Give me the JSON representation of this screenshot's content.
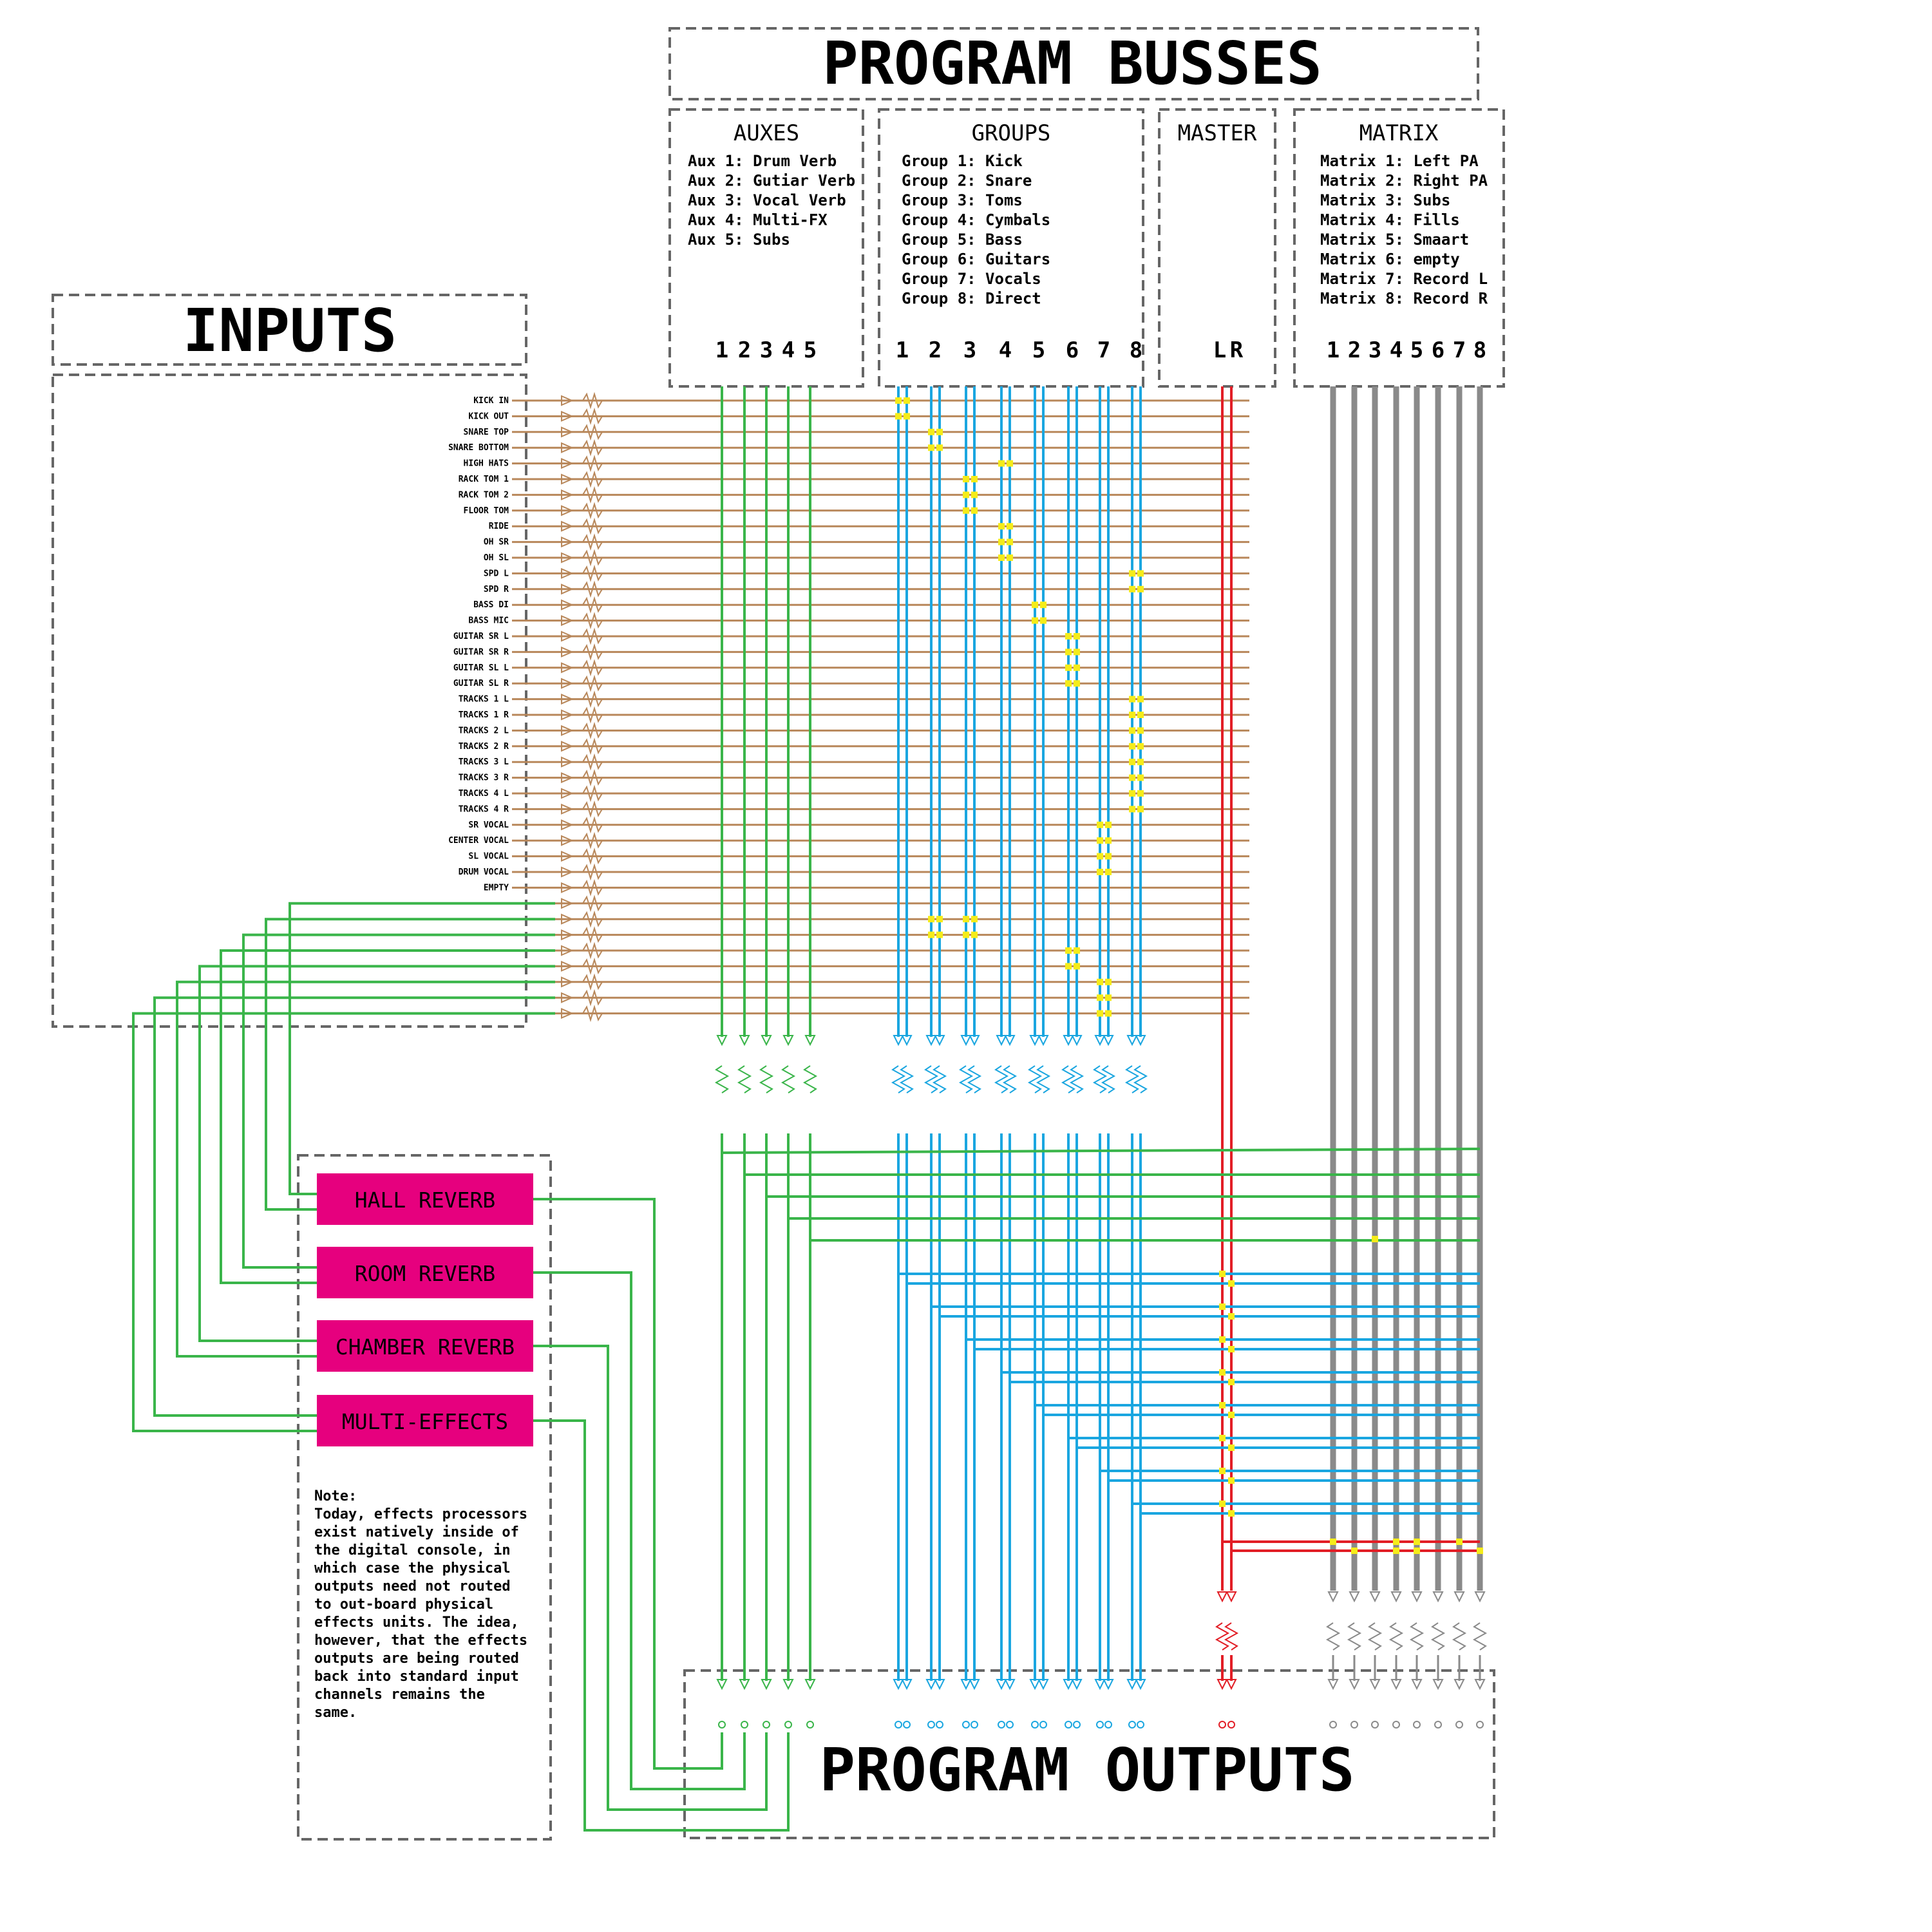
{
  "titles": {
    "program_busses": "PROGRAM BUSSES",
    "inputs": "INPUTS",
    "program_outputs": "PROGRAM OUTPUTS"
  },
  "auxes": {
    "heading": "AUXES",
    "items": [
      "Aux 1: Drum Verb",
      "Aux 2: Gutiar Verb",
      "Aux 3: Vocal Verb",
      "Aux 4: Multi-FX",
      "Aux 5: Subs"
    ],
    "numbers": [
      "1",
      "2",
      "3",
      "4",
      "5"
    ]
  },
  "groups": {
    "heading": "GROUPS",
    "items": [
      "Group 1: Kick",
      "Group 2: Snare",
      "Group 3: Toms",
      "Group 4: Cymbals",
      "Group 5: Bass",
      "Group 6: Guitars",
      "Group 7: Vocals",
      "Group 8: Direct"
    ],
    "numbers": [
      "1",
      "2",
      "3",
      "4",
      "5",
      "6",
      "7",
      "8"
    ]
  },
  "master": {
    "heading": "MASTER",
    "numbers": [
      "L",
      "R"
    ]
  },
  "matrix": {
    "heading": "MATRIX",
    "items": [
      "Matrix 1: Left PA",
      "Matrix 2: Right PA",
      "Matrix 3: Subs",
      "Matrix 4: Fills",
      "Matrix 5: Smaart",
      "Matrix 6: empty",
      "Matrix 7: Record L",
      "Matrix 8: Record R"
    ],
    "numbers": [
      "1",
      "2",
      "3",
      "4",
      "5",
      "6",
      "7",
      "8"
    ]
  },
  "input_channels": [
    "KICK IN",
    "KICK OUT",
    "SNARE TOP",
    "SNARE BOTTOM",
    "HIGH HATS",
    "RACK TOM 1",
    "RACK TOM 2",
    "FLOOR TOM",
    "RIDE",
    "OH SR",
    "OH SL",
    "SPD L",
    "SPD R",
    "BASS DI",
    "BASS MIC",
    "GUITAR SR L",
    "GUITAR SR R",
    "GUITAR SL L",
    "GUITAR SL R",
    "TRACKS 1 L",
    "TRACKS 1 R",
    "TRACKS 2 L",
    "TRACKS 2 R",
    "TRACKS 3 L",
    "TRACKS 3 R",
    "TRACKS 4 L",
    "TRACKS 4 R",
    "SR VOCAL",
    "CENTER VOCAL",
    "SL VOCAL",
    "DRUM VOCAL",
    "EMPTY"
  ],
  "effects": [
    "HALL REVERB",
    "ROOM REVERB",
    "CHAMBER REVERB",
    "MULTI-EFFECTS"
  ],
  "note": {
    "lines": [
      "Note:",
      "Today, effects processors",
      "exist natively inside of",
      "the digital console, in",
      "which case the physical",
      "outputs need not routed",
      "to out-board physical",
      "effects units. The idea,",
      "however, that the effects",
      "outputs are being routed",
      "back into standard input",
      "channels remains the",
      "same."
    ]
  },
  "colors": {
    "input_lines": "#b8875a",
    "aux_lines": "#3ab54a",
    "group_lines": "#1aa6e0",
    "master_lines": "#e21e26",
    "matrix_lines": "#8a8a8a",
    "assign_dots": "#f5ec1a",
    "effects_boxes": "#e6007e"
  }
}
